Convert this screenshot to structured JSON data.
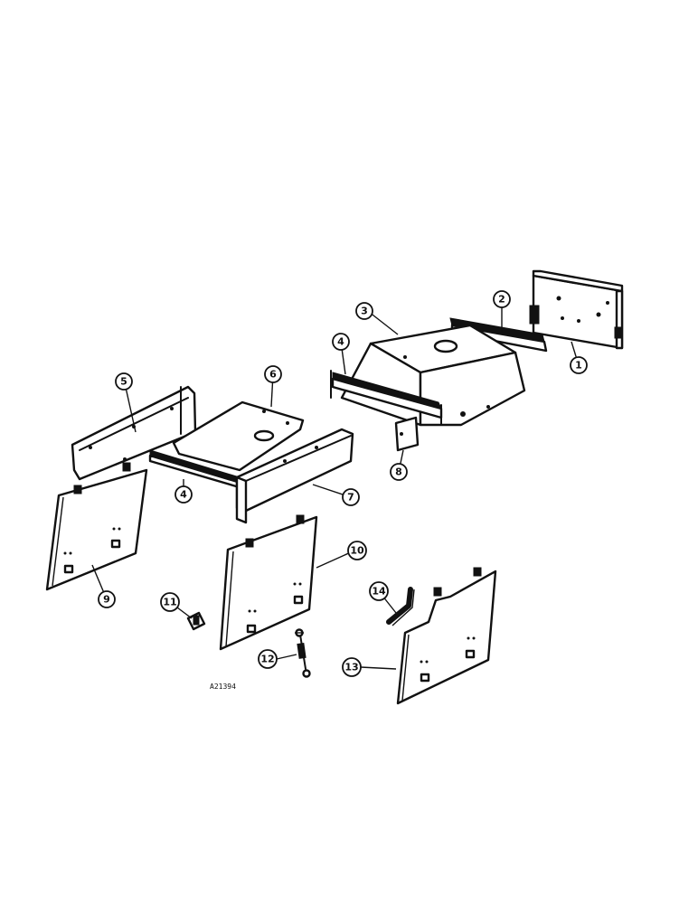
{
  "diagram": {
    "callouts": [
      {
        "id": "1",
        "label": "1"
      },
      {
        "id": "2",
        "label": "2"
      },
      {
        "id": "3",
        "label": "3"
      },
      {
        "id": "4a",
        "label": "4"
      },
      {
        "id": "4b",
        "label": "4"
      },
      {
        "id": "5",
        "label": "5"
      },
      {
        "id": "6",
        "label": "6"
      },
      {
        "id": "7",
        "label": "7"
      },
      {
        "id": "8",
        "label": "8"
      },
      {
        "id": "9",
        "label": "9"
      },
      {
        "id": "10",
        "label": "10"
      },
      {
        "id": "11",
        "label": "11"
      },
      {
        "id": "12",
        "label": "12"
      },
      {
        "id": "13",
        "label": "13"
      },
      {
        "id": "14",
        "label": "14"
      }
    ],
    "reference_code": "A21394"
  }
}
